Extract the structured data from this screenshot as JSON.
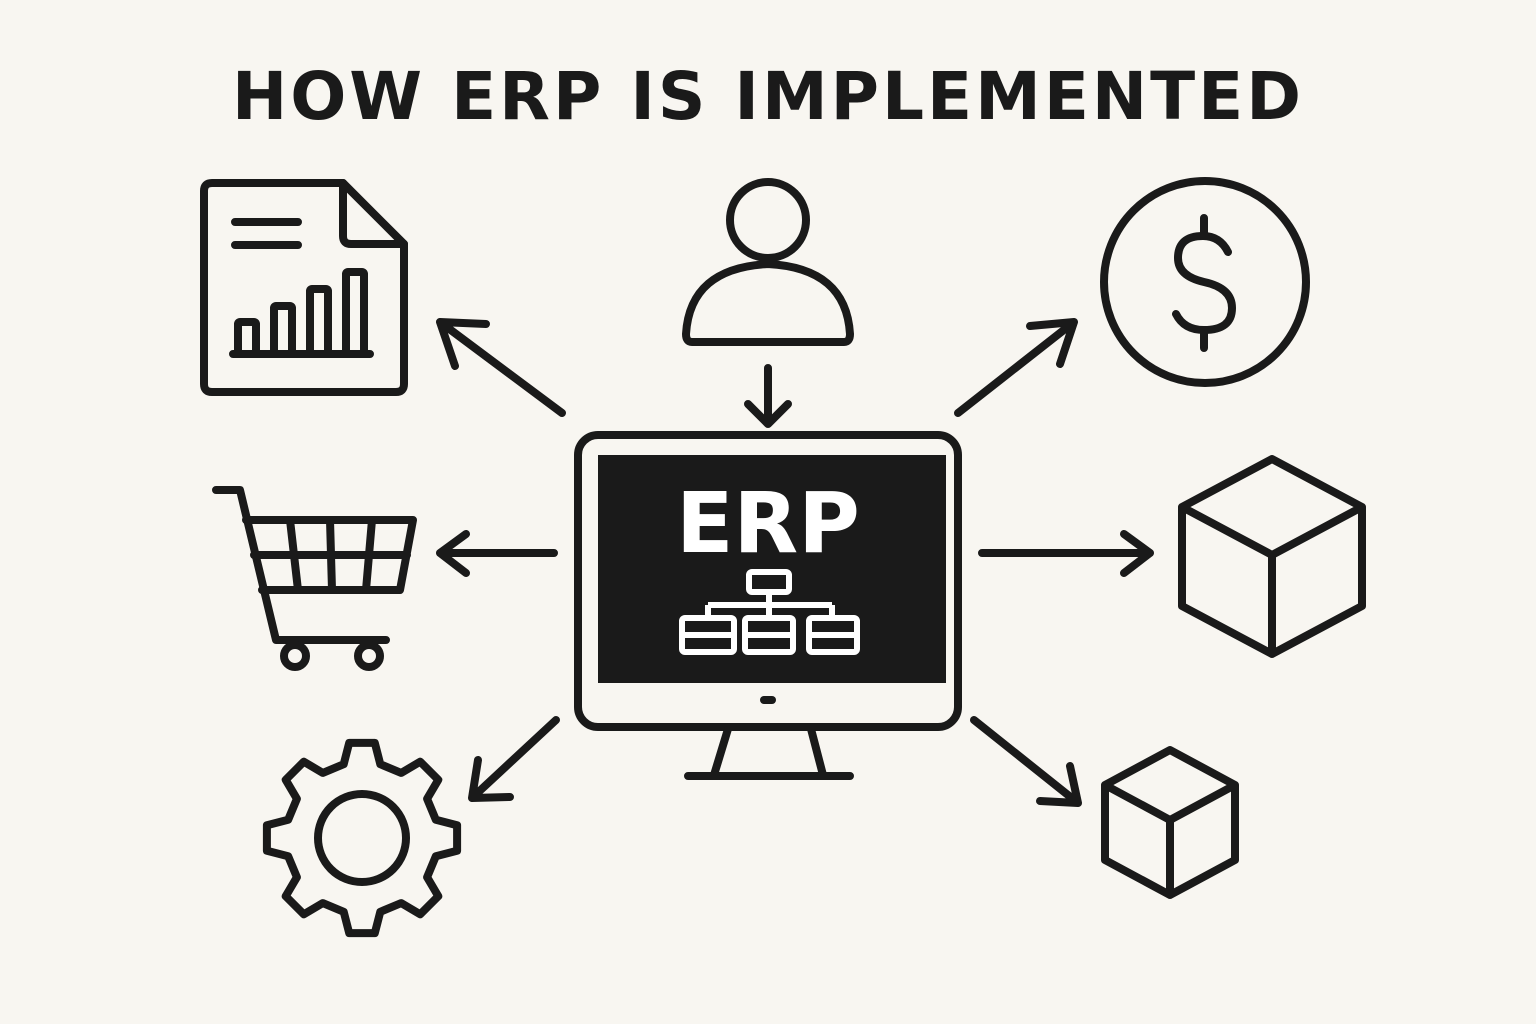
{
  "title": "HOW ERP IS IMPLEMENTED",
  "center": {
    "label": "ERP",
    "icon": "monitor-with-org-chart-icon"
  },
  "nodes": [
    {
      "icon": "report-document-icon",
      "direction": "outgoing"
    },
    {
      "icon": "user-icon",
      "direction": "incoming"
    },
    {
      "icon": "dollar-coin-icon",
      "direction": "outgoing"
    },
    {
      "icon": "shopping-cart-icon",
      "direction": "outgoing"
    },
    {
      "icon": "cube-icon",
      "direction": "outgoing"
    },
    {
      "icon": "gear-icon",
      "direction": "outgoing"
    },
    {
      "icon": "small-cube-icon",
      "direction": "outgoing"
    }
  ],
  "colors": {
    "background": "#f8f6f1",
    "ink": "#1a1a1a"
  }
}
